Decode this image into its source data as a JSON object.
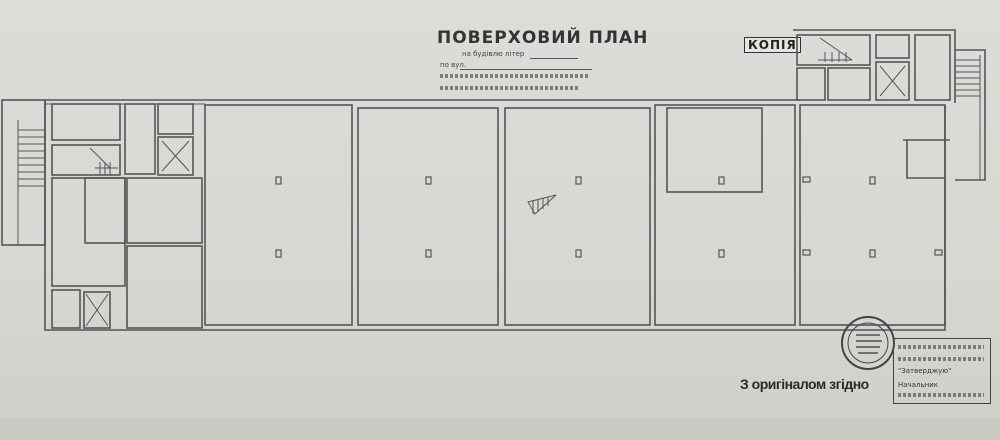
{
  "document": {
    "title": "ПОВЕРХОВИЙ ПЛАН",
    "building_label": "на будівлю літер",
    "street_label": "по вул.",
    "copy_stamp": "КОПІЯ",
    "original_note": "З оригіналом згідно",
    "approval": {
      "approved": "\"Затверджую\"",
      "head": "Начальник"
    }
  }
}
